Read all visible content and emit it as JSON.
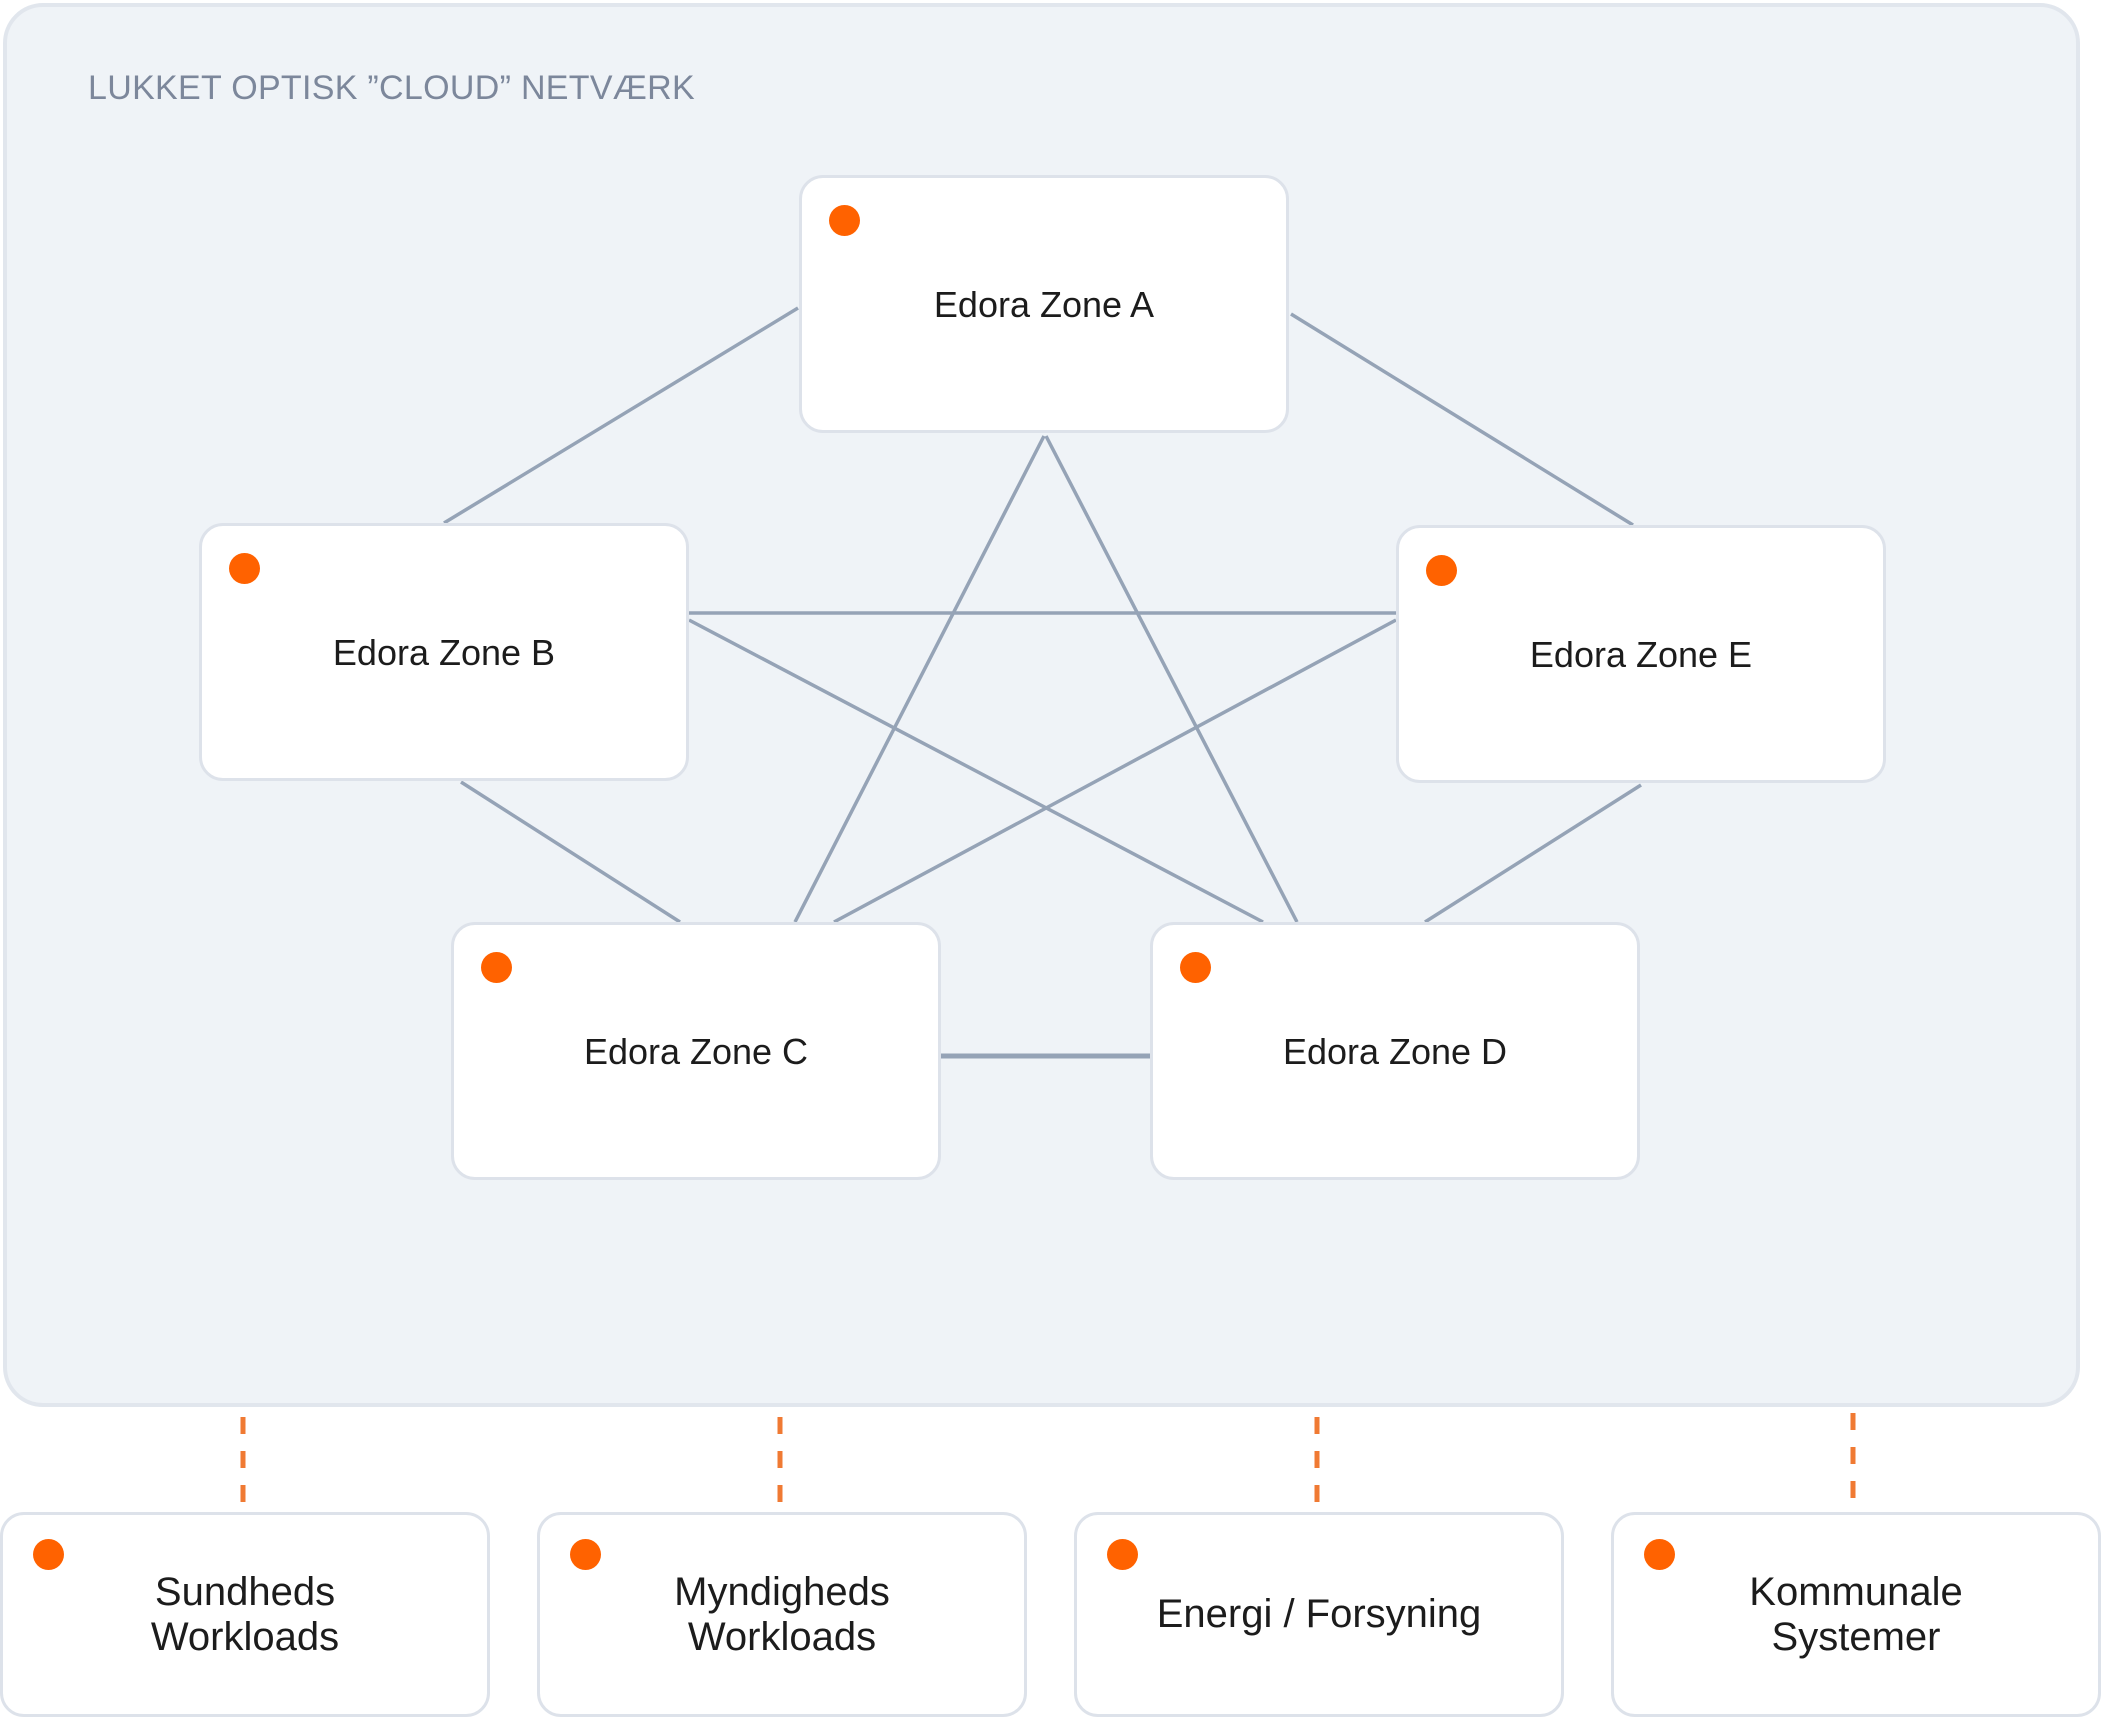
{
  "cloud": {
    "title": "LUKKET OPTISK ”CLOUD” NETVÆRK"
  },
  "zones": [
    {
      "id": "a",
      "label": "Edora Zone A"
    },
    {
      "id": "b",
      "label": "Edora Zone B"
    },
    {
      "id": "c",
      "label": "Edora Zone C"
    },
    {
      "id": "d",
      "label": "Edora Zone D"
    },
    {
      "id": "e",
      "label": "Edora Zone E"
    }
  ],
  "workloads": [
    {
      "id": "sundheds",
      "line1": "Sundheds",
      "line2": "Workloads"
    },
    {
      "id": "myndigheds",
      "line1": "Myndigheds",
      "line2": "Workloads"
    },
    {
      "id": "energi",
      "line1": "Energi / Forsyning",
      "line2": ""
    },
    {
      "id": "kommunale",
      "line1": "Kommunale",
      "line2": "Systemer"
    }
  ],
  "links": [
    [
      "a",
      "b"
    ],
    [
      "a",
      "e"
    ],
    [
      "a",
      "c"
    ],
    [
      "a",
      "d"
    ],
    [
      "b",
      "e"
    ],
    [
      "b",
      "c"
    ],
    [
      "b",
      "d"
    ],
    [
      "e",
      "c"
    ],
    [
      "e",
      "d"
    ],
    [
      "c",
      "d"
    ]
  ],
  "colors": {
    "accent_dot": "#ff6200",
    "mesh_line": "#95a3b6",
    "dashed_link": "#f07a33"
  }
}
